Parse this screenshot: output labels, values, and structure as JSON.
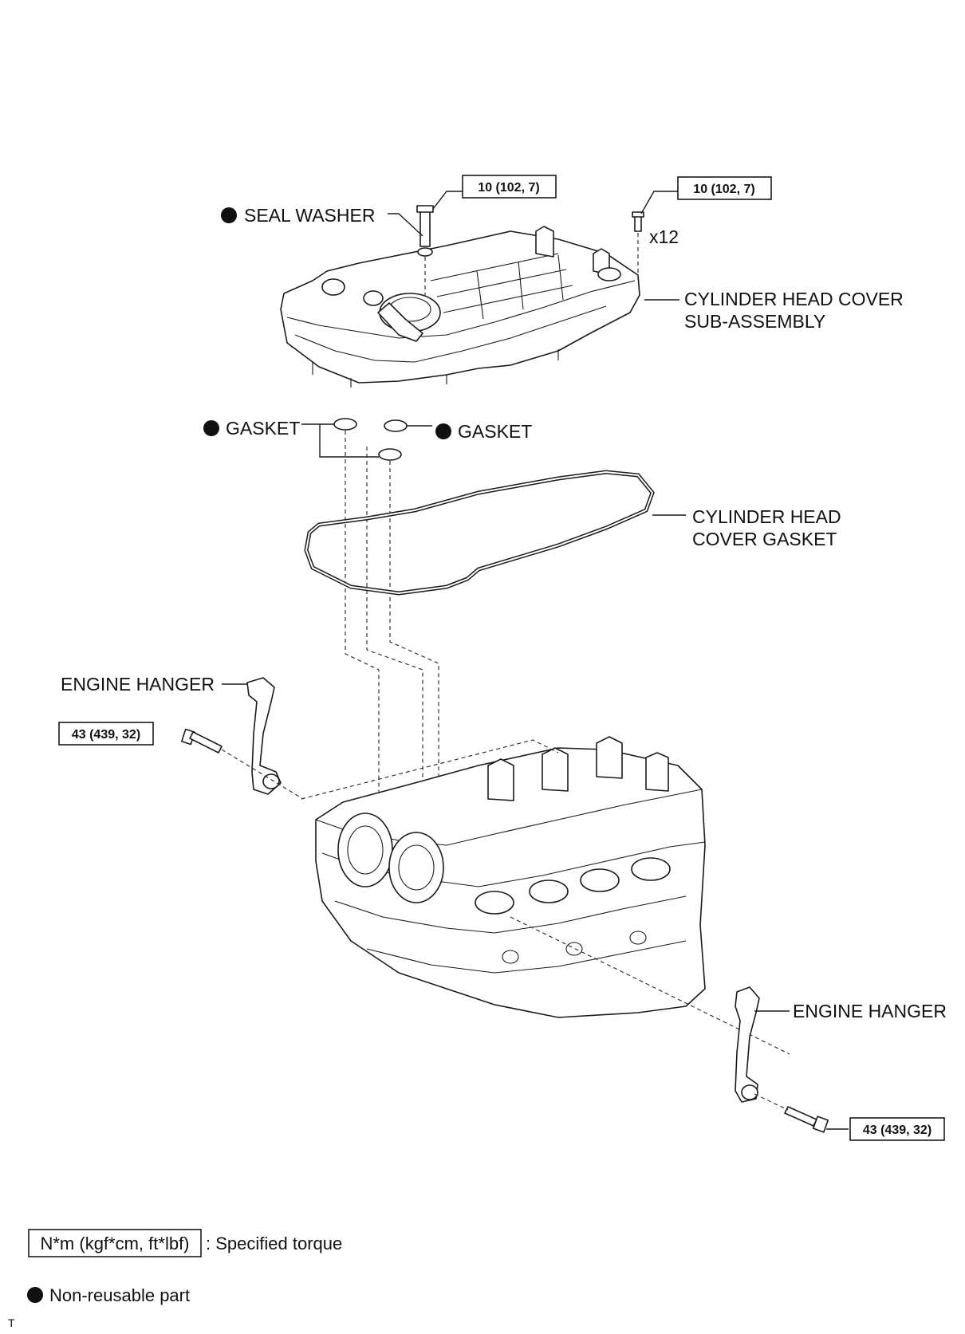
{
  "labels": {
    "seal_washer": "SEAL WASHER",
    "cylinder_head_cover_line1": "CYLINDER HEAD COVER",
    "cylinder_head_cover_line2": "SUB-ASSEMBLY",
    "gasket_left": "GASKET",
    "gasket_right": "GASKET",
    "cylinder_head_cover_gasket_line1": "CYLINDER HEAD",
    "cylinder_head_cover_gasket_line2": "COVER GASKET",
    "engine_hanger_left": "ENGINE HANGER",
    "engine_hanger_right": "ENGINE HANGER",
    "bolt_count": "x12"
  },
  "torques": {
    "seal_washer_bolt": "10 (102, 7)",
    "cover_bolts": "10 (102, 7)",
    "hanger_left_bolt": "43 (439, 32)",
    "hanger_right_bolt": "43 (439, 32)"
  },
  "legend": {
    "torque_unit": "N*m (kgf*cm, ft*lbf)",
    "torque_desc": ": Specified torque",
    "non_reusable": "Non-reusable part"
  },
  "corner_mark": "T"
}
